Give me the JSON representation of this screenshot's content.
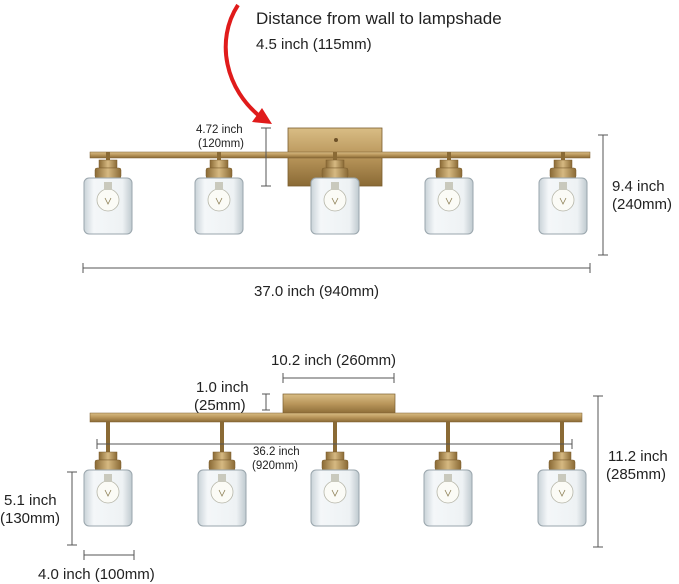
{
  "title": {
    "line1": "Distance from wall to lampshade",
    "line2": "4.5 inch (115mm)"
  },
  "front_view": {
    "backplate_height": {
      "line1": "4.72 inch",
      "line2": "(120mm)"
    },
    "total_height": {
      "line1": "9.4 inch",
      "line2": "(240mm)"
    },
    "total_width": "37.0 inch (940mm)"
  },
  "top_view": {
    "backplate_width": "10.2 inch (260mm)",
    "backplate_depth": {
      "line1": "1.0 inch",
      "line2": "(25mm)"
    },
    "arm_span": {
      "line1": "36.2 inch",
      "line2": "(920mm)"
    },
    "total_height": {
      "line1": "11.2 inch",
      "line2": "(285mm)"
    },
    "shade_height": {
      "line1": "5.1 inch",
      "line2": "(130mm)"
    },
    "shade_width": "4.0 inch (100mm)"
  },
  "colors": {
    "brass": "#b8955a",
    "brass_dark": "#8a6a35",
    "glass": "#dfe6ea",
    "arrow": "#e01b1b"
  }
}
